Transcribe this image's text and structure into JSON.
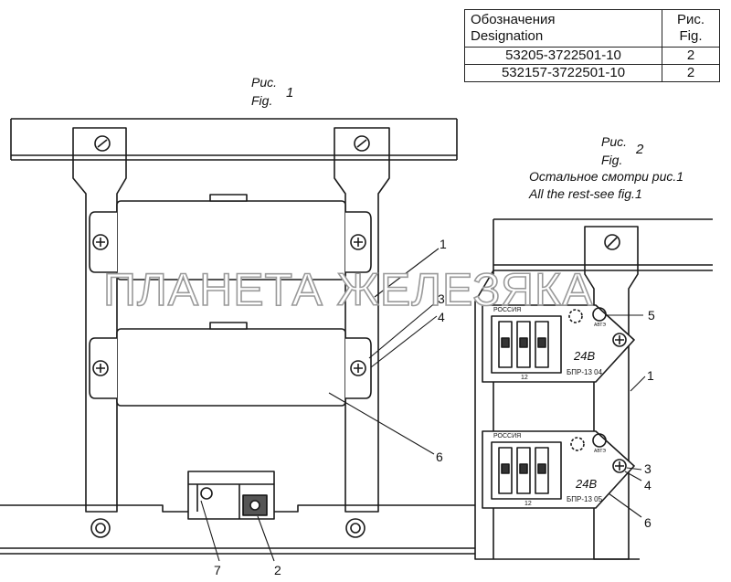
{
  "spec_table": {
    "header_designation_ru": "Обозначения",
    "header_designation_en": "Designation",
    "header_fig_ru": "Рис.",
    "header_fig_en": "Fig.",
    "rows": [
      {
        "designation": "53205-3722501-10",
        "fig": "2"
      },
      {
        "designation": "532157-3722501-10",
        "fig": "2"
      }
    ]
  },
  "figure1": {
    "caption_ru": "Рис.",
    "caption_en": "Fig.",
    "number": "1",
    "callouts": [
      "1",
      "3",
      "4",
      "6",
      "7",
      "2"
    ]
  },
  "figure2": {
    "caption_ru": "Рис.",
    "caption_en": "Fig.",
    "number": "2",
    "note_ru": "Остальное смотри рис.1",
    "note_en": "All the rest-see fig.1",
    "callouts": [
      "5",
      "1",
      "3",
      "4",
      "6"
    ],
    "block_top": {
      "brand": "РОССИЯ",
      "voltage": "24В",
      "model": "БПР-13 04",
      "number": "12",
      "mark": "АВТЭ"
    },
    "block_bottom": {
      "brand": "РОССИЯ",
      "voltage": "24В",
      "model": "БПР-13 05",
      "number": "12",
      "mark": "АВТЭ"
    }
  },
  "watermark": "ПЛАНЕТА ЖЕЛЕЗЯКА"
}
